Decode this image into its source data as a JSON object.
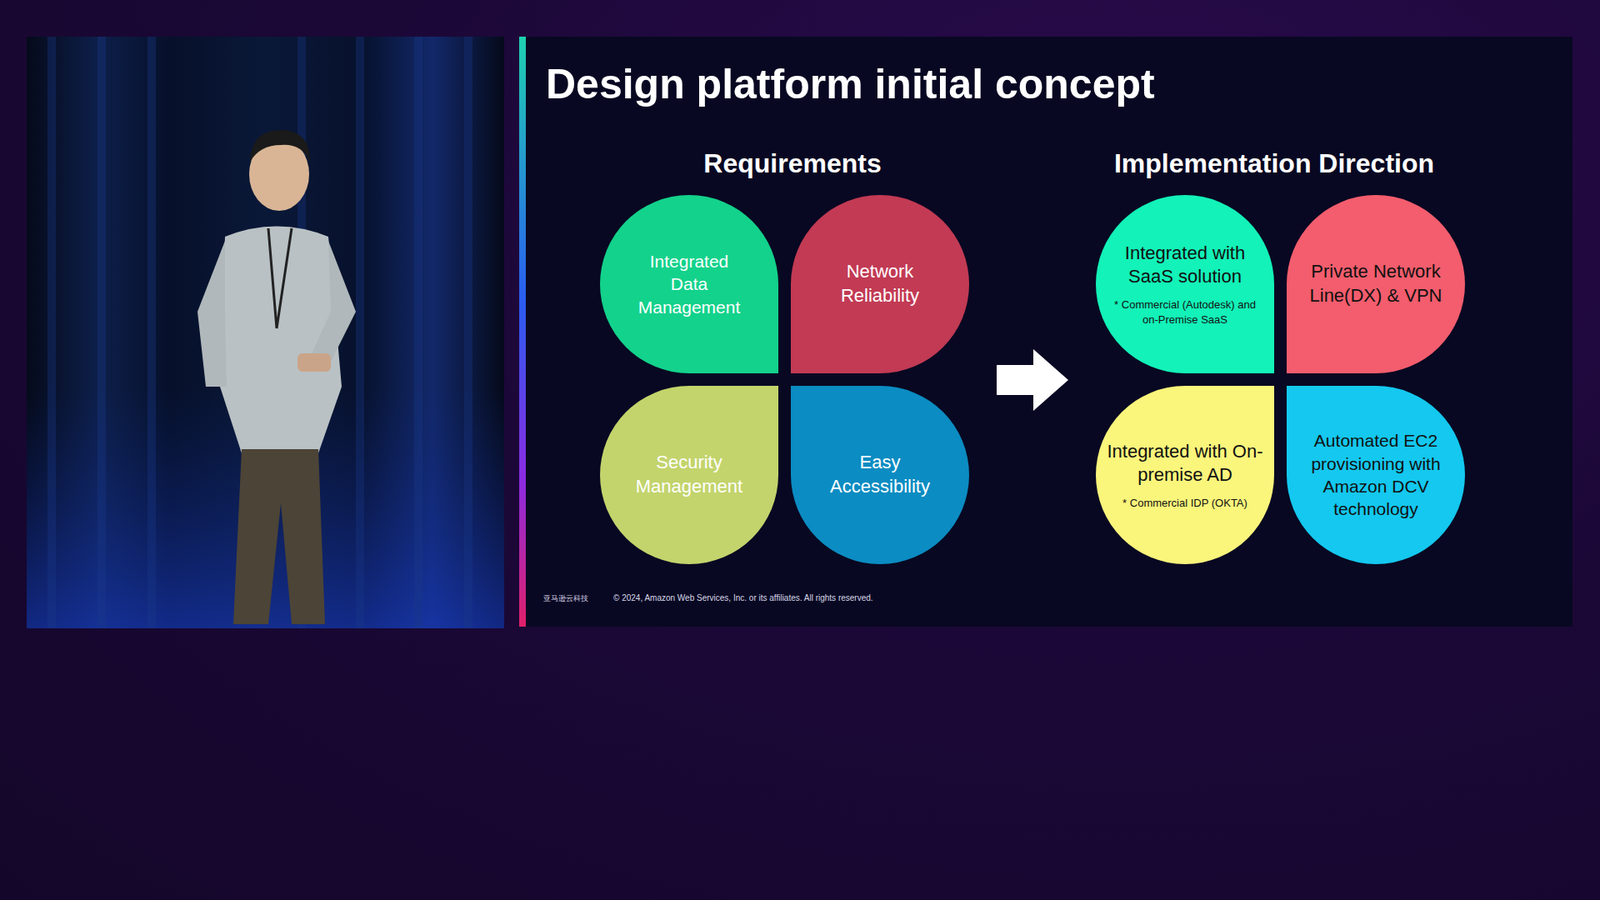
{
  "diagram": {
    "title": "Design platform initial concept",
    "nodes": [
      {
        "text": [
          "Integrated Data Management"
        ]
      },
      {
        "text": [
          "Network Reliability"
        ]
      },
      {
        "text": [
          "Security Management"
        ]
      },
      {
        "text": [
          "Easy Accessibility"
        ]
      },
      {
        "text": [
          "Integrated with SaaS solution",
          "* Commercial (Autodesk) and on-Premise SaaS"
        ]
      },
      {
        "text": [
          "Private Network Line(DX) & VPN"
        ]
      },
      {
        "text": [
          "Integrated with On-premise AD",
          "* Commercial IDP (OKTA)"
        ]
      },
      {
        "text": [
          "Automated EC2 provisioning with Amazon DCV technology"
        ]
      }
    ],
    "labels": [
      "Requirements",
      "Implementation Direction",
      "亚马逊云科技",
      "© 2024, Amazon Web Services, Inc. or its affiliates. All rights reserved."
    ]
  }
}
